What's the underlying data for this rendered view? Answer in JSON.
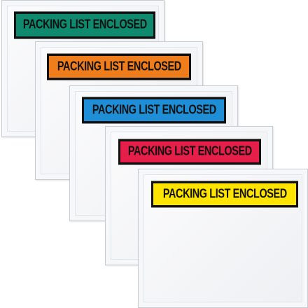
{
  "envelopes": [
    {
      "label": "PACKING LIST ENCLOSED",
      "label_color": "#0f8a6f"
    },
    {
      "label": "PACKING LIST ENCLOSED",
      "label_color": "#f07d1c"
    },
    {
      "label": "PACKING LIST ENCLOSED",
      "label_color": "#1e8fd6"
    },
    {
      "label": "PACKING LIST ENCLOSED",
      "label_color": "#e61e4a"
    },
    {
      "label": "PACKING LIST ENCLOSED",
      "label_color": "#ffe400"
    }
  ]
}
